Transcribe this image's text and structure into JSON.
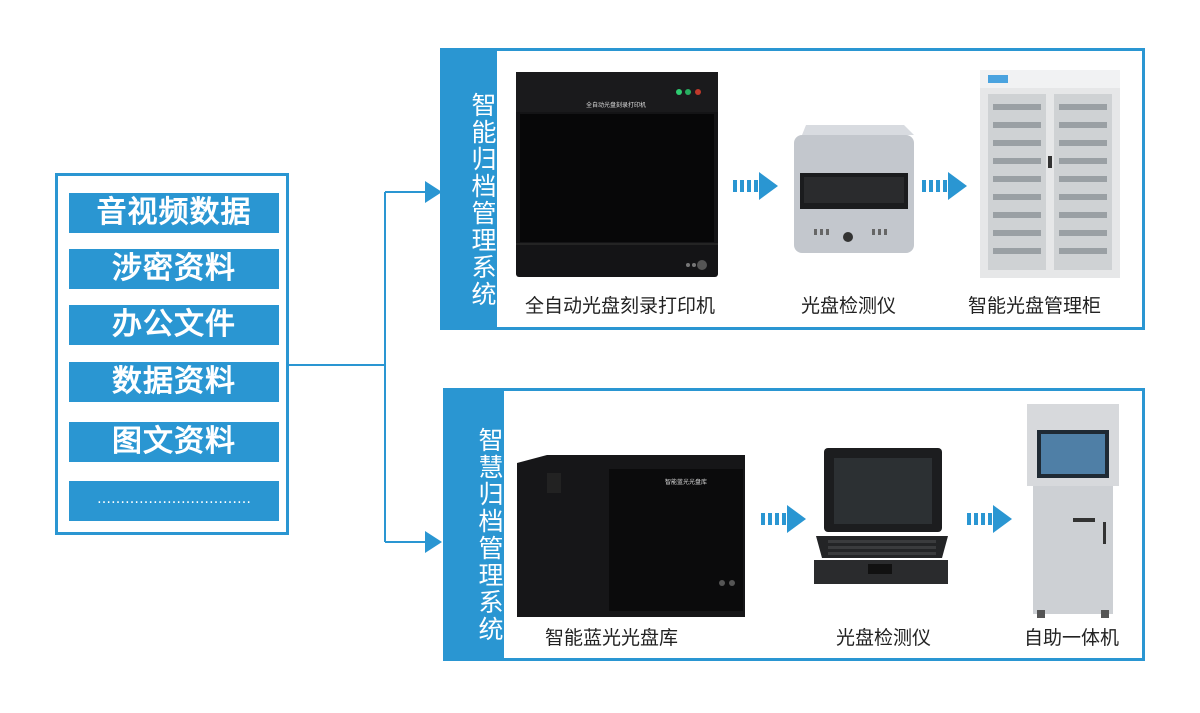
{
  "data_sources": {
    "items": [
      "音视频数据",
      "涉密资料",
      "办公文件",
      "数据资料",
      "图文资料",
      "……………………………"
    ]
  },
  "panel_top": {
    "label": "智能归档管理系统",
    "captions": [
      "全自动光盘刻录打印机",
      "光盘检测仪",
      "智能光盘管理柜"
    ],
    "device_text": "全自动光盘刻录打印机"
  },
  "panel_bottom": {
    "label": "智慧归档管理系统",
    "captions": [
      "智能蓝光光盘库",
      "光盘检测仪",
      "自助一体机"
    ],
    "device_text": "智能蓝光光盘库"
  },
  "colors": {
    "accent": "#2a96d2",
    "device_dark": "#101012",
    "device_silver": "#c8cbd0"
  }
}
